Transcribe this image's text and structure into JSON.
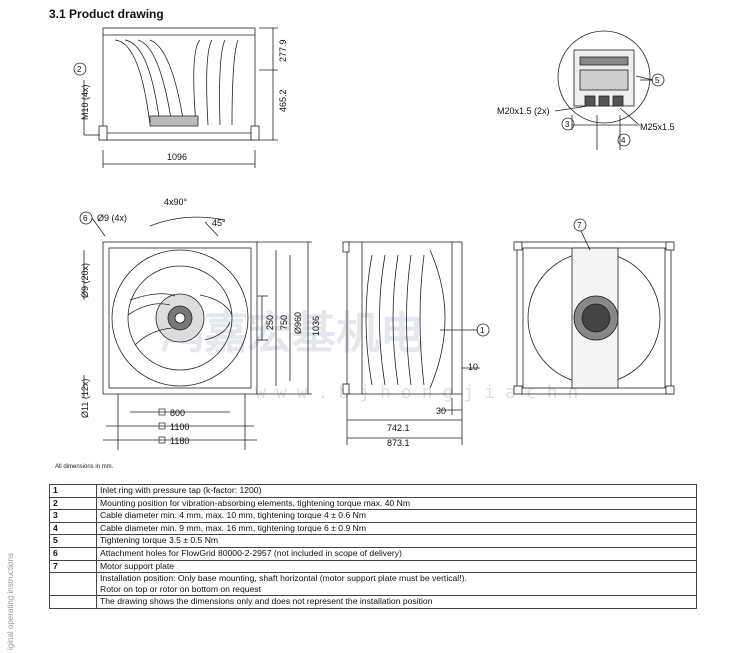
{
  "heading": "3.1 Product drawing",
  "note": "All dimensions in mm.",
  "side_text": "iginal operating instructions",
  "watermark": {
    "cn": "鸿嘉宏基机电",
    "url": "www.bjhongjiachn"
  },
  "dims": {
    "front_height_top": "277.9",
    "front_height_total": "465.2",
    "front_width": "1096",
    "m10": "M10 (4x)",
    "m20": "M20x1.5 (2x)",
    "m25": "M25x1.5",
    "angle": "4x90°",
    "angle45": "45°",
    "holes_top": "Ø9 (4x)",
    "holes_side": "Ø9 (20x)",
    "holes_bottom": "Ø11 (12x)",
    "d250": "250",
    "d750": "750",
    "d960": "Ø960",
    "d1036": "1036",
    "sq800": "800",
    "sq1100": "1100",
    "sq1180": "1180",
    "d10": "10",
    "d30": "30",
    "d742": "742.1",
    "d873": "873.1"
  },
  "callouts": [
    "1",
    "2",
    "3",
    "4",
    "5",
    "6",
    "7"
  ],
  "legend": [
    {
      "num": "1",
      "text": "Inlet ring with pressure tap (k-factor: 1200)"
    },
    {
      "num": "2",
      "text": "Mounting position for vibration-absorbing elements, tightening torque max. 40 Nm"
    },
    {
      "num": "3",
      "text": "Cable diameter min. 4 mm, max. 10 mm, tightening torque 4 ± 0.6 Nm"
    },
    {
      "num": "4",
      "text": "Cable diameter min. 9 mm, max. 16 mm, tightening torque 6 ± 0.9 Nm"
    },
    {
      "num": "5",
      "text": "Tightening torque 3.5 ± 0.5 Nm"
    },
    {
      "num": "6",
      "text": "Attachment holes for FlowGrid 80000-2-2957 (not included in scope of delivery)"
    },
    {
      "num": "7",
      "text": "Motor support plate"
    },
    {
      "num": "",
      "text": "Installation position: Only base mounting, shaft horizontal (motor support plate must be vertical!).",
      "text2": "Rotor on top or rotor on bottom on request"
    },
    {
      "num": "",
      "text": "The drawing shows the dimensions only and does not represent the installation position"
    }
  ]
}
